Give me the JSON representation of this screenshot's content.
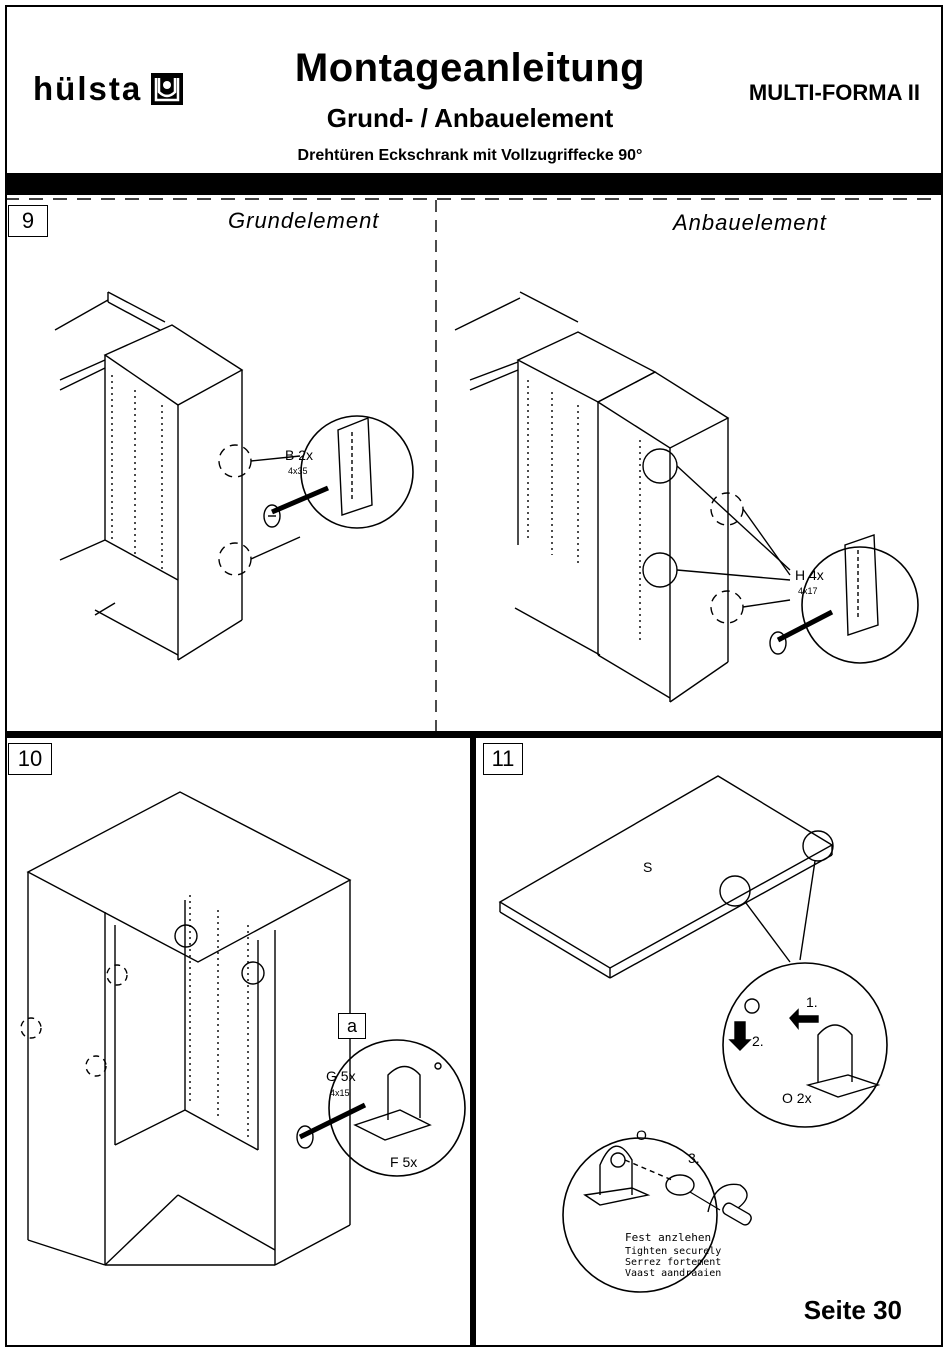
{
  "header": {
    "brand": "hülsta",
    "title": "Montageanleitung",
    "subtitle": "Grund- / Anbauelement",
    "description": "Drehtüren Eckschrank mit Vollzugriffecke 90°",
    "model": "MULTI-FORMA II"
  },
  "step9": {
    "number": "9",
    "left_caption": "Grundelement",
    "right_caption": "Anbauelement",
    "part_b": "B 2x",
    "part_b_size": "4x35",
    "part_h": "H 4x",
    "part_h_size": "4x17"
  },
  "step10": {
    "number": "10",
    "detail_letter": "a",
    "part_g": "G 5x",
    "part_g_size": "4x15",
    "part_f": "F 5x"
  },
  "step11": {
    "number": "11",
    "panel_letter": "S",
    "step1": "1.",
    "step2": "2.",
    "step3": "3.",
    "part_o": "O 2x",
    "part_o_single": "O",
    "tighten": [
      "Fest anzlehen",
      "Tighten securely",
      "Serrez fortement",
      "Vaast aandraaien"
    ]
  },
  "footer": {
    "page": "Seite 30"
  }
}
